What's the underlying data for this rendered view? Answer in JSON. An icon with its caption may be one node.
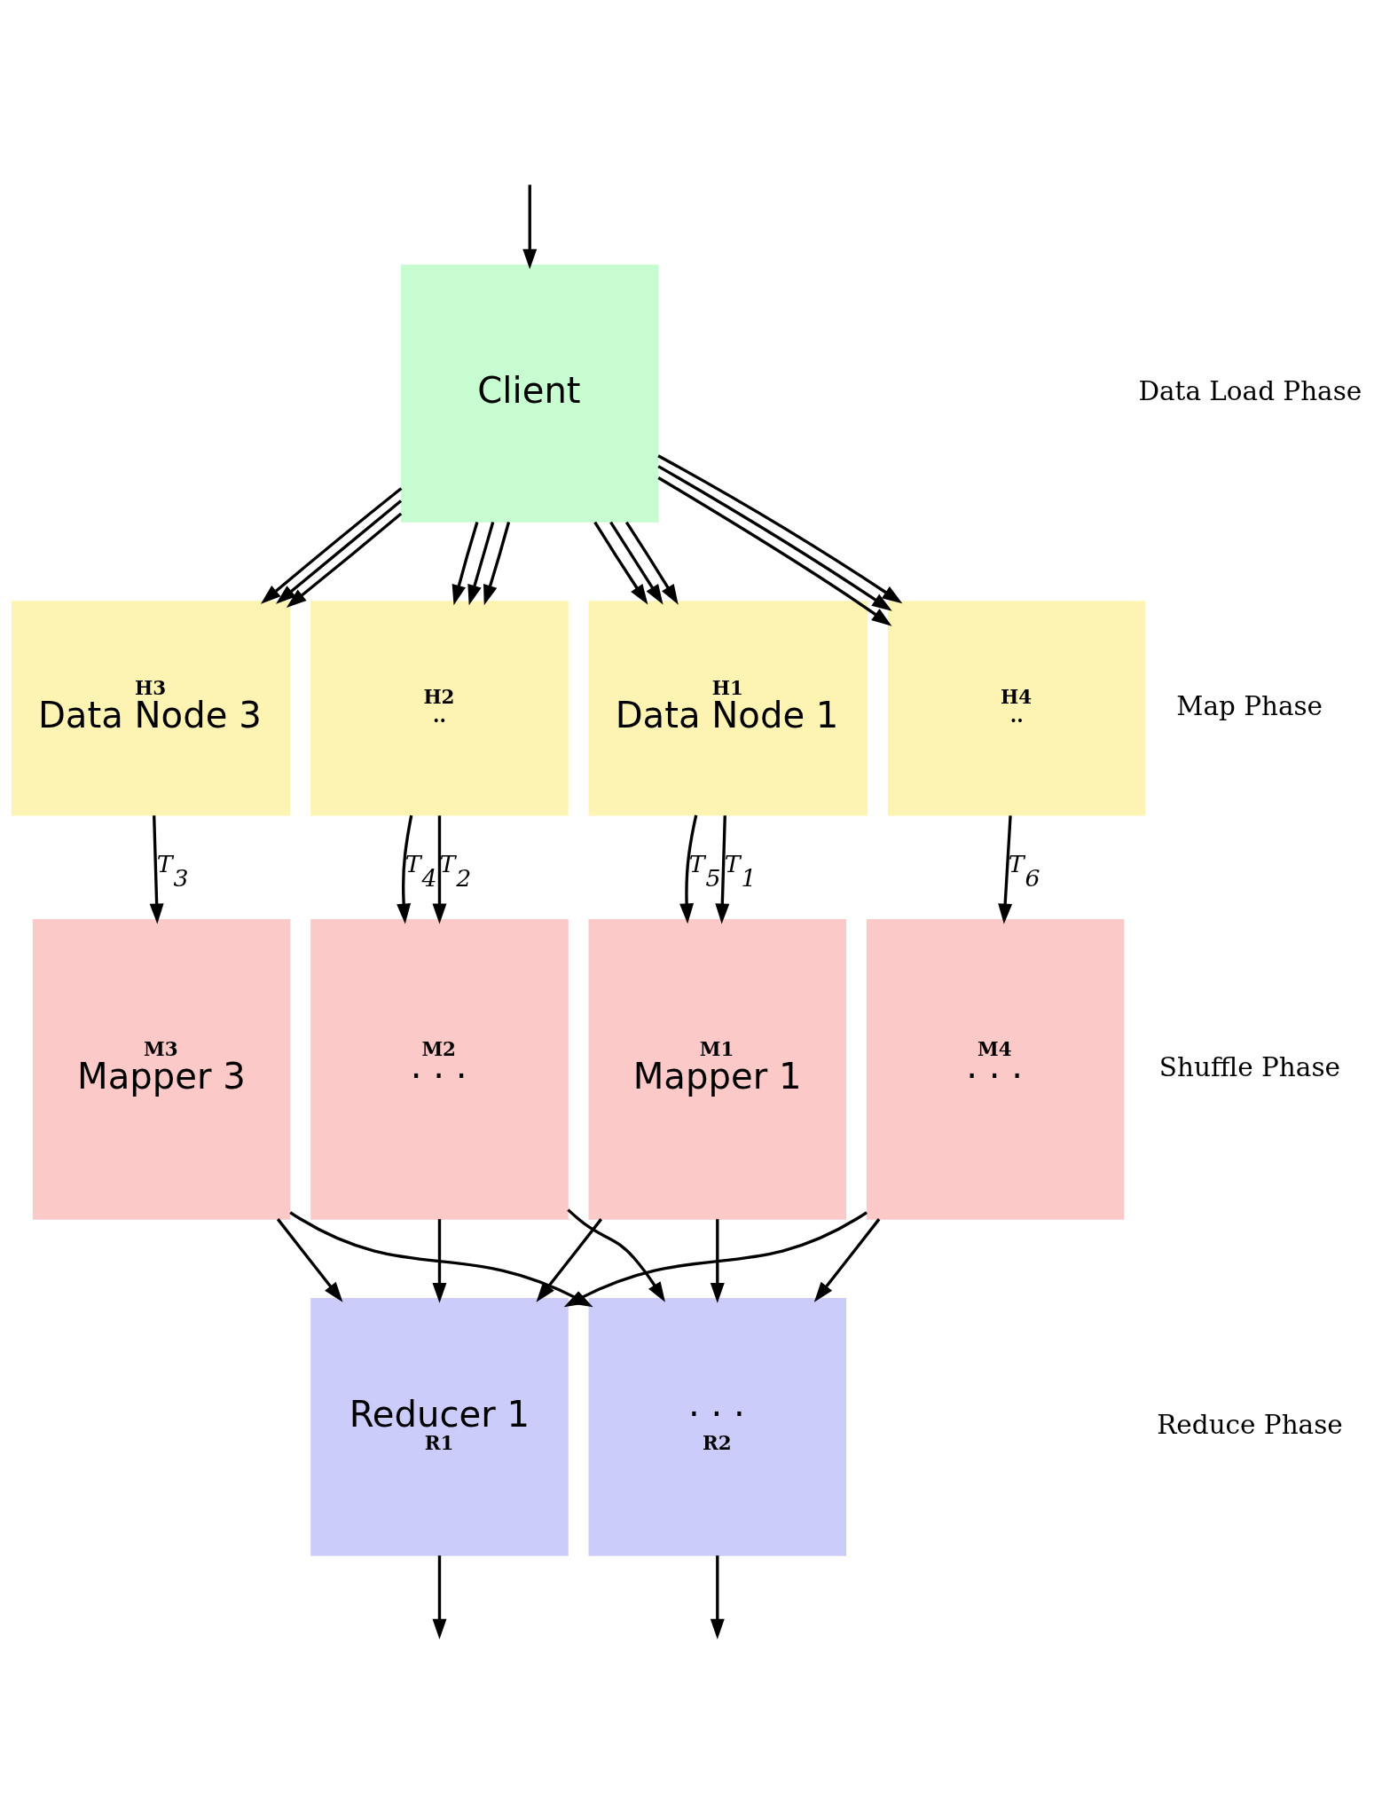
{
  "diagram": {
    "nodes": [
      {
        "text": [
          "Client"
        ]
      },
      {
        "text": [
          "H1",
          "Data Node 1"
        ]
      },
      {
        "text": [
          "H2",
          ".."
        ]
      },
      {
        "text": [
          "H3",
          "Data Node 3"
        ]
      },
      {
        "text": [
          "H4",
          ".."
        ]
      },
      {
        "text": [
          "M1",
          "Mapper 1"
        ]
      },
      {
        "text": [
          "M2",
          "· · ·"
        ]
      },
      {
        "text": [
          "M3",
          "Mapper 3"
        ]
      },
      {
        "text": [
          "M4",
          "· · ·"
        ]
      },
      {
        "text": [
          "Reducer 1",
          "R1"
        ]
      },
      {
        "text": [
          "· · ·",
          "R2"
        ]
      }
    ],
    "edges": [
      {
        "from": null,
        "to": 0,
        "arrow": "to"
      },
      {
        "from": 0,
        "to": 1,
        "arrow": "to"
      },
      {
        "from": 0,
        "to": 1,
        "arrow": "to"
      },
      {
        "from": 0,
        "to": 1,
        "arrow": "to"
      },
      {
        "from": 0,
        "to": 2,
        "arrow": "to"
      },
      {
        "from": 0,
        "to": 2,
        "arrow": "to"
      },
      {
        "from": 0,
        "to": 2,
        "arrow": "to"
      },
      {
        "from": 0,
        "to": 3,
        "arrow": "to"
      },
      {
        "from": 0,
        "to": 3,
        "arrow": "to"
      },
      {
        "from": 0,
        "to": 3,
        "arrow": "to"
      },
      {
        "from": 0,
        "to": 4,
        "arrow": "to"
      },
      {
        "from": 0,
        "to": 4,
        "arrow": "to"
      },
      {
        "from": 0,
        "to": 4,
        "arrow": "to"
      },
      {
        "from": 1,
        "to": 5,
        "arrow": "to",
        "label": "T$_{1}$"
      },
      {
        "from": 1,
        "to": 5,
        "arrow": "to",
        "label": "T$_{5}$"
      },
      {
        "from": 2,
        "to": 6,
        "arrow": "to",
        "label": "T$_{2}$"
      },
      {
        "from": 2,
        "to": 6,
        "arrow": "to",
        "label": "T$_{4}$"
      },
      {
        "from": 3,
        "to": 7,
        "arrow": "to",
        "label": "T$_{3}$"
      },
      {
        "from": 4,
        "to": 8,
        "arrow": "to",
        "label": "T$_{6}$"
      },
      {
        "from": 5,
        "to": 9,
        "arrow": "to"
      },
      {
        "from": 5,
        "to": 10,
        "arrow": "to"
      },
      {
        "from": 6,
        "to": 9,
        "arrow": "to"
      },
      {
        "from": 6,
        "to": 10,
        "arrow": "to"
      },
      {
        "from": 7,
        "to": 9,
        "arrow": "to"
      },
      {
        "from": 7,
        "to": 10,
        "arrow": "to"
      },
      {
        "from": 8,
        "to": 9,
        "arrow": "to"
      },
      {
        "from": 8,
        "to": 10,
        "arrow": "to"
      },
      {
        "from": 9,
        "to": null,
        "arrow": "to"
      },
      {
        "from": 10,
        "to": null,
        "arrow": "to"
      }
    ],
    "labels": [
      "Data Load Phase",
      "Map Phase",
      "Shuffle Phase",
      "Reduce Phase"
    ]
  }
}
